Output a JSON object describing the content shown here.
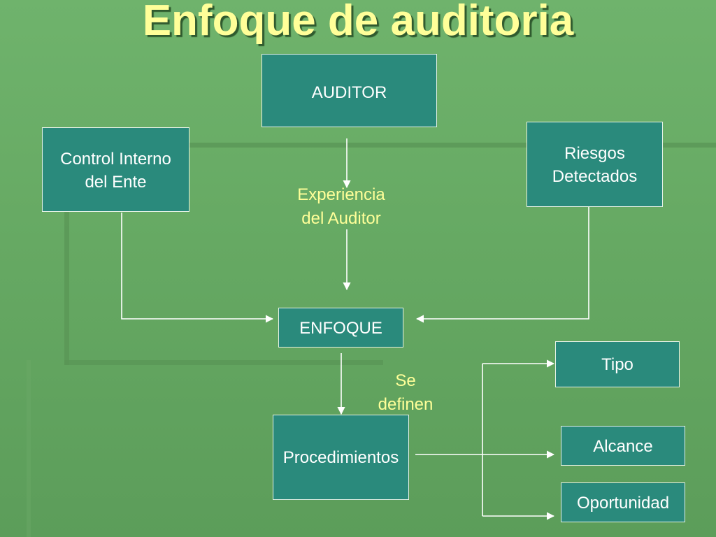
{
  "title": "Enfoque de auditoria",
  "boxes": {
    "auditor": "AUDITOR",
    "control_interno": "Control Interno\ndel Ente",
    "riesgos": "Riesgos\nDetectados",
    "enfoque": "ENFOQUE",
    "procedimientos": "Procedimientos",
    "tipo": "Tipo",
    "alcance": "Alcance",
    "oportunidad": "Oportunidad"
  },
  "labels": {
    "experiencia": "Experiencia\ndel Auditor",
    "se_definen": "Se\ndefinen"
  },
  "colors": {
    "box_fill": "#2a8a7c",
    "box_text": "#ffffff",
    "label_text": "#ffff99",
    "title_text": "#ffff99",
    "connector": "#ffffff"
  }
}
